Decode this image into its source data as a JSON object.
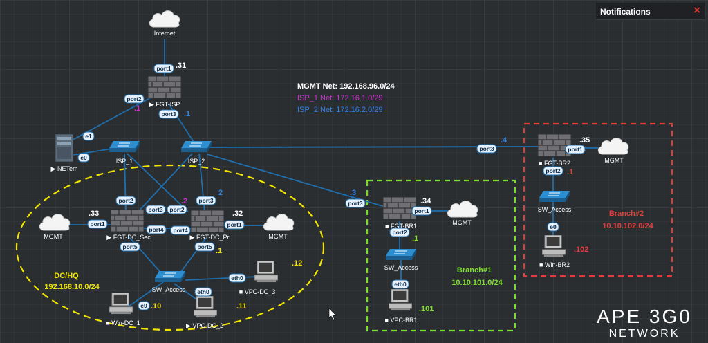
{
  "notifications": {
    "title": "Notifications",
    "close": "×"
  },
  "info": {
    "mgmt": "MGMT Net: 192.168.96.0/24",
    "isp1": "ISP_1 Net: 172.16.1.0/29",
    "isp2": "ISP_2 Net: 172.16.2.0/29"
  },
  "colors": {
    "background": "#2b2e31",
    "grid": "#3a4044",
    "link": "#1f6fae",
    "dc_zone": "#f2e600",
    "branch1_zone": "#7cdf2a",
    "branch2_zone": "#e23b3b",
    "isp1_text": "#d12fd1",
    "isp2_text": "#2d82e8"
  },
  "nodes": {
    "internet": "Internet",
    "fgt_isp": "▶ FGT-ISP",
    "netem": "▶ NETem",
    "isp_1": "ISP_1",
    "isp_2": "ISP_2",
    "fgt_dc_sec": "▶ FGT-DC_Sec",
    "fgt_dc_pri": "▶ FGT-DC_Pri",
    "mgmt_dc_sec": "MGMT",
    "mgmt_dc_pri": "MGMT",
    "sw_access_dc": "SW_Access",
    "win_dc_1": "■ Win-DC_1",
    "vpc_dc_2": "▶ VPC-DC_2",
    "vpc_dc_3": "■ VPC-DC_3",
    "fgt_br1": "■ FGT-BR1",
    "mgmt_br1": "MGMT",
    "sw_access_br1": "SW_Access",
    "vpc_br1": "■ VPC-BR1",
    "fgt_br2": "■ FGT-BR2",
    "mgmt_br2": "MGMT",
    "sw_access_br2": "SW_Access",
    "win_br2": "■ Win-BR2"
  },
  "ports": {
    "isp_port1": "port1",
    "isp_port2": "port2",
    "isp_port3": "port3",
    "netem_e1": "e1",
    "netem_e0": "e0",
    "sec_port2": "port2",
    "sec_port3": "port3",
    "sec_port1": "port1",
    "sec_port4": "port4",
    "sec_port5": "port5",
    "pri_port2": "port2",
    "pri_port3": "port3",
    "pri_port1": "port1",
    "pri_port4": "port4",
    "pri_port5": "port5",
    "sw_eth0_a": "eth0",
    "sw_eth0_b": "eth0",
    "win_dc_e0": "e0",
    "br1_port3": "port3",
    "br1_port1": "port1",
    "br1_port2": "port2",
    "br1_eth0": "eth0",
    "br2_port3": "port3",
    "br2_port1": "port1",
    "br2_port2": "port2",
    "br2_e0": "e0"
  },
  "ips": {
    "isp_31": ".31",
    "isp_1": ".1",
    "isp_port3_1": ".1",
    "sec_33": ".33",
    "sec_2": ".2",
    "pri_32": ".32",
    "pri_2": "2",
    "pri_1": ".1",
    "vpc3_12": ".12",
    "vpc2_11": ".11",
    "win_10": ".10",
    "br1_34": ".34",
    "br1_3": ".3",
    "br1_1": ".1",
    "br1_101": ".101",
    "br2_35": ".35",
    "br2_4": ".4",
    "br2_1": ".1",
    "br2_102": ".102"
  },
  "zones": {
    "dc_name": "DC/HQ",
    "dc_net": "192.168.10.0/24",
    "br1_name": "Branch#1",
    "br1_net": "10.10.101.0/24",
    "br2_name": "Branch#2",
    "br2_net": "10.10.102.0/24"
  },
  "watermark": {
    "line1": "APE 3G0",
    "line2": "NETWORK"
  }
}
